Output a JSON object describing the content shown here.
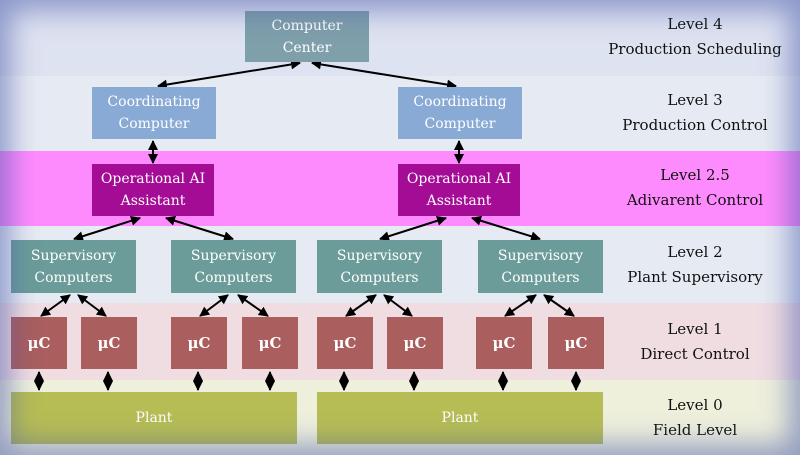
{
  "colors": {
    "band_level4": "#dee3f1",
    "band_level3": "#e6ebf3",
    "band_level25": "#fe8bfe",
    "band_level2": "#e6ebf3",
    "band_level1": "#efdde2",
    "band_level0": "#eef0dc",
    "computer_center": "#7f9fab",
    "coordinating": "#8aaad6",
    "ai_assistant": "#a50c96",
    "supervisory": "#6b9c99",
    "microcontroller": "#aa5e5e",
    "plant": "#b6bd55"
  },
  "nodes": {
    "computer_center": "Computer Center",
    "coordinating_left": "Coordinating Computer",
    "coordinating_right": "Coordinating Computer",
    "ai_left": "Operational AI Assistant",
    "ai_right": "Operational AI Assistant",
    "supervisory": [
      "Supervisory Computers",
      "Supervisory Computers",
      "Supervisory Computers",
      "Supervisory Computers"
    ],
    "microcontroller_label": "μC",
    "plant_left": "Plant",
    "plant_right": "Plant"
  },
  "levels": [
    {
      "number": "Level 4",
      "name": "Production Scheduling"
    },
    {
      "number": "Level 3",
      "name": "Production Control"
    },
    {
      "number": "Level 2.5",
      "name": "Adivarent Control"
    },
    {
      "number": "Level 2",
      "name": "Plant Supervisory"
    },
    {
      "number": "Level 1",
      "name": "Direct Control"
    },
    {
      "number": "Level 0",
      "name": "Field Level"
    }
  ]
}
